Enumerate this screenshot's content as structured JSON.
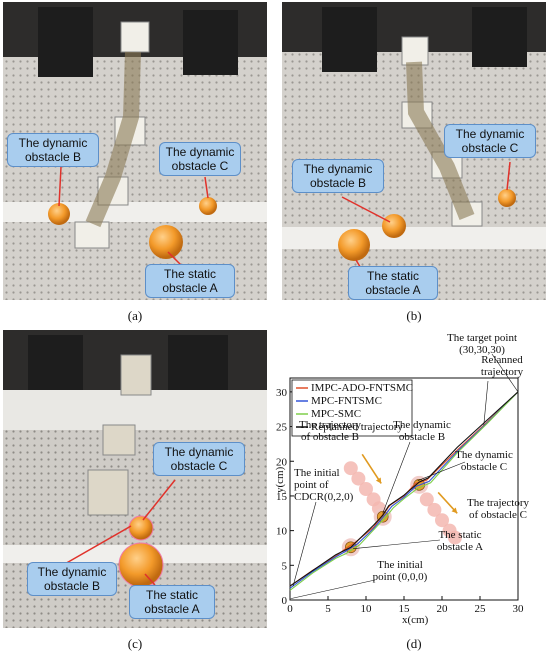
{
  "panels": {
    "a": {
      "caption": "(a)",
      "callouts": [
        "The dynamic\nobstacle B",
        "The dynamic\nobstacle C",
        "The static\nobstacle A"
      ]
    },
    "b": {
      "caption": "(b)",
      "callouts": [
        "The dynamic\nobstacle C",
        "The dynamic\nobstacle B",
        "The static\nobstacle A"
      ]
    },
    "c": {
      "caption": "(c)",
      "callouts": [
        "The dynamic\nobstacle C",
        "The dynamic\nobstacle B",
        "The static\nobstacle A"
      ]
    },
    "d": {
      "caption": "(d)"
    }
  },
  "colors": {
    "callout_fill": "#a9cdee",
    "callout_border": "#5d8fc8",
    "obstacle": "#f39a2a",
    "pointer": "#e0322b"
  },
  "chart_data": {
    "type": "line",
    "xlabel": "x(cm)",
    "ylabel": "y(cm)",
    "xlim": [
      0,
      30
    ],
    "ylim": [
      0,
      32
    ],
    "x_ticks": [
      0,
      5,
      10,
      15,
      20,
      25,
      30
    ],
    "y_ticks": [
      0,
      5,
      10,
      15,
      20,
      25,
      30
    ],
    "legend_position": "top-left",
    "grid": false,
    "series": [
      {
        "name": "IMPC-ADO-FNTSMC",
        "color": "#e0502a",
        "points": [
          [
            0,
            2
          ],
          [
            3,
            4.3
          ],
          [
            6,
            6.3
          ],
          [
            7.3,
            7.4
          ],
          [
            8.7,
            8.4
          ],
          [
            11,
            10.5
          ],
          [
            12.4,
            12.6
          ],
          [
            13.2,
            13.7
          ],
          [
            15,
            15
          ],
          [
            16.5,
            16.8
          ],
          [
            18,
            17.3
          ],
          [
            22,
            21.6
          ],
          [
            26,
            25.7
          ],
          [
            30,
            30
          ]
        ]
      },
      {
        "name": "MPC-FNTSMC",
        "color": "#3456d9",
        "points": [
          [
            0,
            1.7
          ],
          [
            3,
            4.1
          ],
          [
            6,
            6.2
          ],
          [
            7.3,
            7.0
          ],
          [
            8.9,
            8.1
          ],
          [
            11,
            10.3
          ],
          [
            12.6,
            12.4
          ],
          [
            13.4,
            13.5
          ],
          [
            15,
            14.8
          ],
          [
            16.6,
            16.4
          ],
          [
            18.3,
            17.1
          ],
          [
            22,
            21.4
          ],
          [
            26,
            25.6
          ],
          [
            30,
            30
          ]
        ]
      },
      {
        "name": "MPC-SMC",
        "color": "#7fcf4a",
        "points": [
          [
            0,
            1.4
          ],
          [
            3,
            3.9
          ],
          [
            6,
            6.0
          ],
          [
            7.4,
            6.7
          ],
          [
            9.1,
            7.9
          ],
          [
            11,
            10.1
          ],
          [
            12.8,
            12.2
          ],
          [
            13.6,
            13.3
          ],
          [
            15,
            14.6
          ],
          [
            16.8,
            16.1
          ],
          [
            18.5,
            16.9
          ],
          [
            22,
            21.2
          ],
          [
            26,
            25.5
          ],
          [
            30,
            30
          ]
        ]
      },
      {
        "name": "Replanned trajectory",
        "color": "#111111",
        "points": [
          [
            0,
            2
          ],
          [
            6,
            6.5
          ],
          [
            8,
            7.6
          ],
          [
            11,
            10.8
          ],
          [
            12.2,
            12.2
          ],
          [
            13,
            13.6
          ],
          [
            15,
            15.1
          ],
          [
            17,
            17
          ],
          [
            18.2,
            17.6
          ],
          [
            22,
            22
          ],
          [
            26,
            26
          ],
          [
            30,
            30
          ]
        ]
      }
    ],
    "obstacle_positions": {
      "static_A": [
        8,
        7.6
      ],
      "dynamic_B": [
        12.2,
        12
      ],
      "dynamic_C": [
        17,
        16.6
      ]
    },
    "obstacle_B_trajectory": [
      [
        8,
        19
      ],
      [
        9,
        17.5
      ],
      [
        10,
        16
      ],
      [
        11,
        14.5
      ],
      [
        11.7,
        13.2
      ]
    ],
    "obstacle_C_trajectory": [
      [
        18,
        14.5
      ],
      [
        19,
        13
      ],
      [
        20,
        11.5
      ],
      [
        21,
        10
      ],
      [
        21.7,
        9
      ]
    ],
    "annotations": [
      "The target point\n(30,30,30)",
      "Relanned\ntrajectory",
      "The dynamic\nobstacle B",
      "The trajectory\nof obstacle B",
      "The dynamic\nobstacle C",
      "The initial\npoint of\nCDCR(0,2,0)",
      "The trajectory\nof obstacle C",
      "The static\nobstacle A",
      "The initial\npoint (0,0,0)"
    ]
  }
}
